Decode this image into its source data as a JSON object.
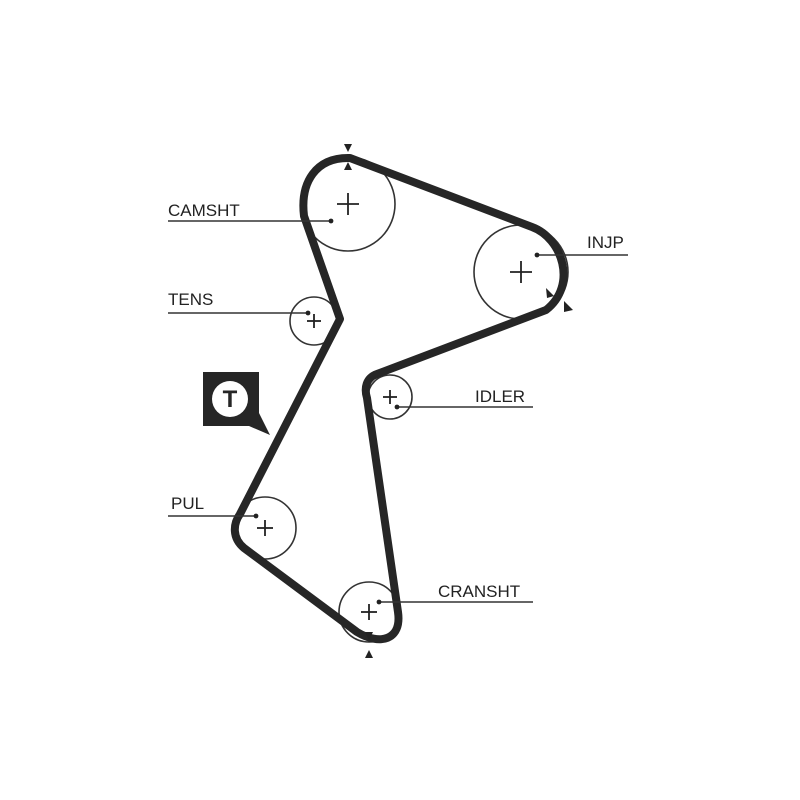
{
  "labels": {
    "camshaft": "CAMSHT",
    "injection_pump": "INJP",
    "tensioner": "TENS",
    "idler": "IDLER",
    "pulley": "PUL",
    "crankshaft": "CRANSHT"
  },
  "tensioner_badge": "T",
  "colors": {
    "belt": "#262626",
    "outline": "#333333",
    "badge": "#262626",
    "background": "#ffffff"
  }
}
